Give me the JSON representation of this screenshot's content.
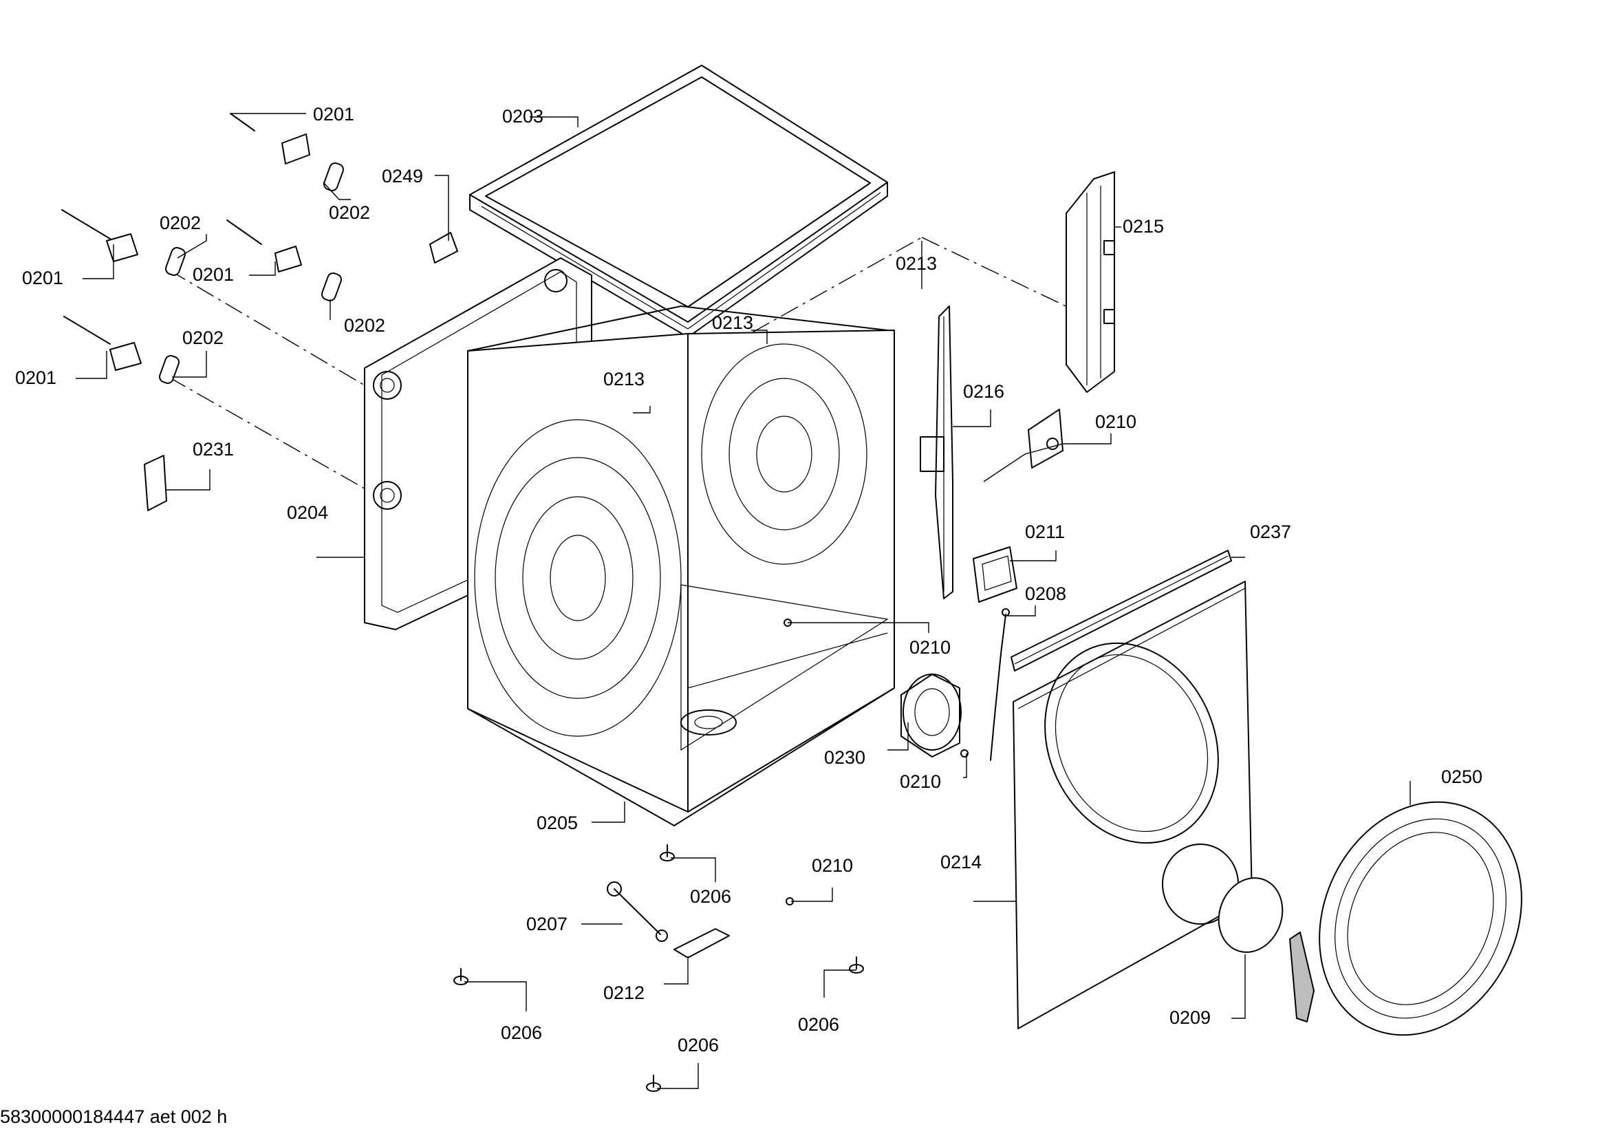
{
  "drawing": {
    "footer": "58300000184447 aet 002 h",
    "labels": {
      "p0201a": "0201",
      "p0201b": "0201",
      "p0201c": "0201",
      "p0201d": "0201",
      "p0202a": "0202",
      "p0202b": "0202",
      "p0202c": "0202",
      "p0202d": "0202",
      "p0203": "0203",
      "p0249": "0249",
      "p0231": "0231",
      "p0204": "0204",
      "p0205": "0205",
      "p0213a": "0213",
      "p0213b": "0213",
      "p0213c": "0213",
      "p0215": "0215",
      "p0216": "0216",
      "p0210a": "0210",
      "p0210b": "0210",
      "p0210c": "0210",
      "p0210d": "0210",
      "p0211": "0211",
      "p0208": "0208",
      "p0237": "0237",
      "p0230": "0230",
      "p0214": "0214",
      "p0250": "0250",
      "p0209": "0209",
      "p0206a": "0206",
      "p0206b": "0206",
      "p0206c": "0206",
      "p0206d": "0206",
      "p0207": "0207",
      "p0212": "0212"
    }
  }
}
